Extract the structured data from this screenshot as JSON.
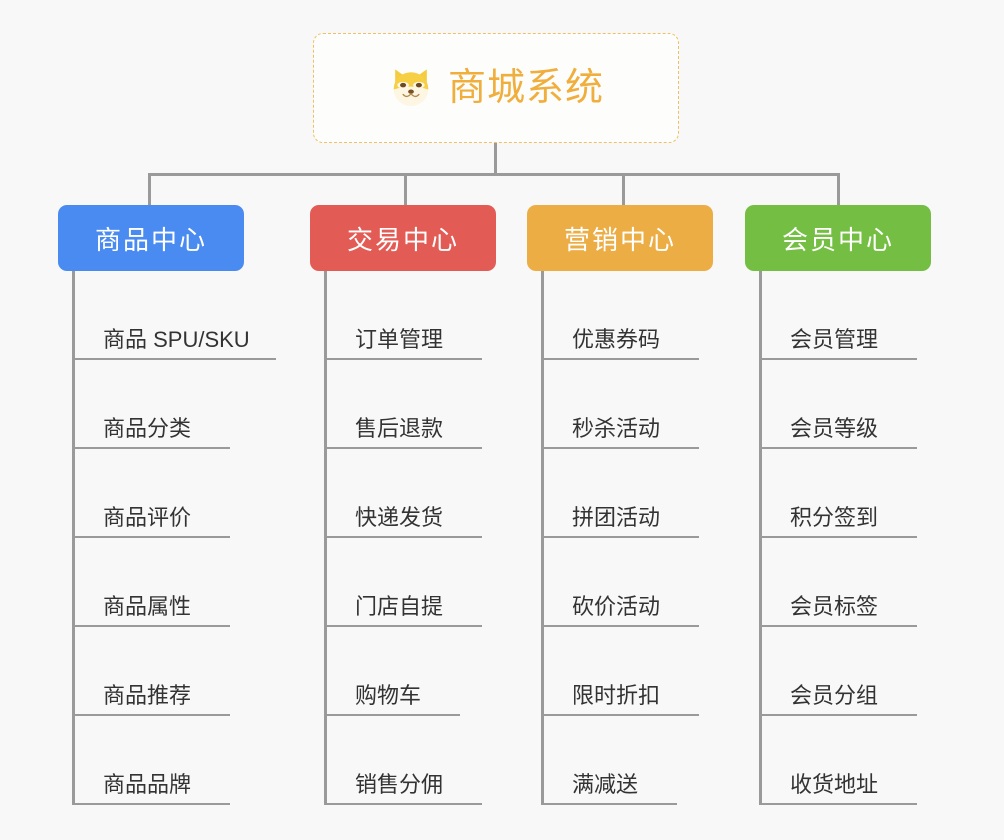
{
  "page": {
    "background_color": "#f8f8f8",
    "line_color": "#9a9a9a"
  },
  "root": {
    "title": "商城系统",
    "icon": "dog-face-icon",
    "text_color": "#f0ae3c",
    "border_color": "#f0c064"
  },
  "branches": [
    {
      "id": "product-center",
      "label": "商品中心",
      "color": "#4a8bf2",
      "items": [
        "商品 SPU/SKU",
        "商品分类",
        "商品评价",
        "商品属性",
        "商品推荐",
        "商品品牌"
      ]
    },
    {
      "id": "trade-center",
      "label": "交易中心",
      "color": "#e35b55",
      "items": [
        "订单管理",
        "售后退款",
        "快递发货",
        "门店自提",
        "购物车",
        "销售分佣"
      ]
    },
    {
      "id": "marketing-center",
      "label": "营销中心",
      "color": "#edad45",
      "items": [
        "优惠券码",
        "秒杀活动",
        "拼团活动",
        "砍价活动",
        "限时折扣",
        "满减送"
      ]
    },
    {
      "id": "member-center",
      "label": "会员中心",
      "color": "#74bf43",
      "items": [
        "会员管理",
        "会员等级",
        "积分签到",
        "会员标签",
        "会员分组",
        "收货地址"
      ]
    }
  ]
}
